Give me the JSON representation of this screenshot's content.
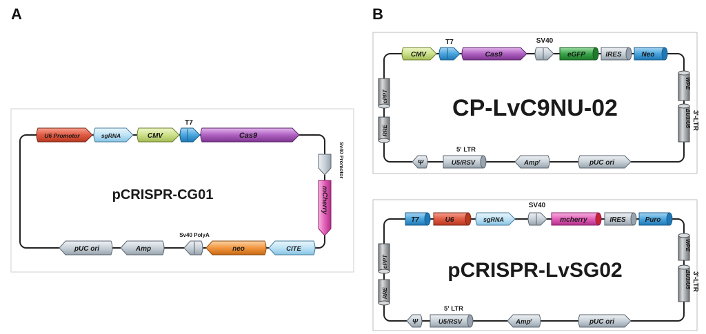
{
  "panels": {
    "a": {
      "letter": "A",
      "title": "pCRISPR-CG01",
      "elements": {
        "u6": "U6 Promotor",
        "sgrna": "sgRNA",
        "cmv": "CMV",
        "t7": "T7",
        "cas9": "Cas9",
        "sv40_promotor": "Sv40 Promotor",
        "mcherry": "mCherry",
        "cite": "CITE",
        "neo": "neo",
        "sv40_polya": "Sv40 PolyA",
        "amp": "Amp",
        "puc_ori": "pUC ori"
      }
    },
    "b": {
      "letter": "B",
      "top": {
        "title": "CP-LvC9NU-02",
        "elements": {
          "cmv": "CMV",
          "t7": "T7",
          "cas9": "Cas9",
          "sv40": "SV40",
          "egfp": "eGFP",
          "ires": "IRES",
          "neo": "Neo",
          "wpe": "WPE",
          "ltr3": "3'-LTR",
          "u3u5": "ΔU3/U5",
          "puc_ori": "pUC ori",
          "amp": "Amp",
          "amp_sup": "r",
          "u5rsv": "U5/RSV",
          "ltr5": "5' LTR",
          "psi": "Ψ",
          "rre": "RRE",
          "cppt": "cPPT"
        }
      },
      "bottom": {
        "title": "pCRISPR-LvSG02",
        "elements": {
          "t7": "T7",
          "u6": "U6",
          "sgrna": "sgRNA",
          "sv40": "SV40",
          "mcherry": "mcherry",
          "ires": "IRES",
          "puro": "Puro",
          "wpe": "WPE",
          "ltr3": "3'-LTR",
          "u3u5": "ΔU3/U5",
          "puc_ori": "pUC ori",
          "amp": "Amp",
          "amp_sup": "r",
          "u5rsv": "U5/RSV",
          "ltr5": "5' LTR",
          "psi": "Ψ",
          "rre": "RRE",
          "cppt": "cPPT"
        }
      }
    }
  },
  "colors": {
    "red": "#e05a44",
    "light_blue": "#bfe3f5",
    "lime": "#cde18a",
    "blue": "#4aa6de",
    "purple": "#b062c2",
    "magenta": "#e35fb8",
    "orange": "#f2963f",
    "green": "#3aa64a",
    "grey": "#c8d1d8",
    "cyl_grey": "#a9adb0"
  }
}
